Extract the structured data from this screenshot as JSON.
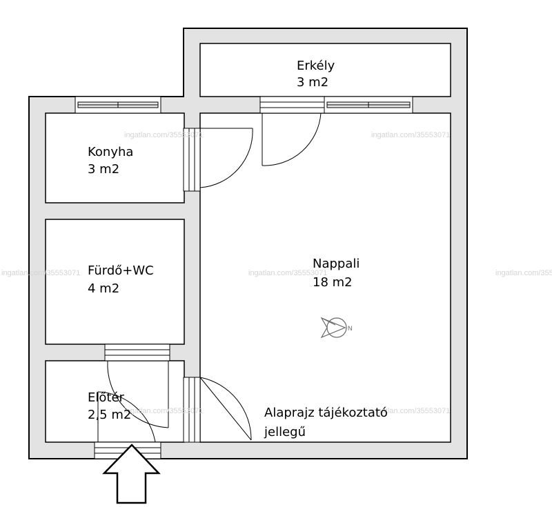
{
  "colors": {
    "wall": "#e3e3e3",
    "outline": "#000000",
    "room_fill": "#ffffff",
    "window_glass": "#e9e9e9",
    "watermark": "#d4d4d4"
  },
  "rooms": [
    {
      "id": "erkely",
      "name": "Erkély",
      "area": "3 m2"
    },
    {
      "id": "konyha",
      "name": "Konyha",
      "area": "3 m2"
    },
    {
      "id": "furdo",
      "name": "Fürdő+WC",
      "area": "4 m2"
    },
    {
      "id": "nappali",
      "name": "Nappali",
      "area": "18 m2"
    },
    {
      "id": "eloter",
      "name": "Előtér",
      "area": "2,5 m2"
    }
  ],
  "note": {
    "line1": "Alaprajz tájékoztató",
    "line2": "jellegű"
  },
  "watermark": {
    "text": "ingatlan.com/35553071"
  },
  "icons": {
    "compass": "compass-icon",
    "entrance": "entrance-arrow-icon"
  }
}
